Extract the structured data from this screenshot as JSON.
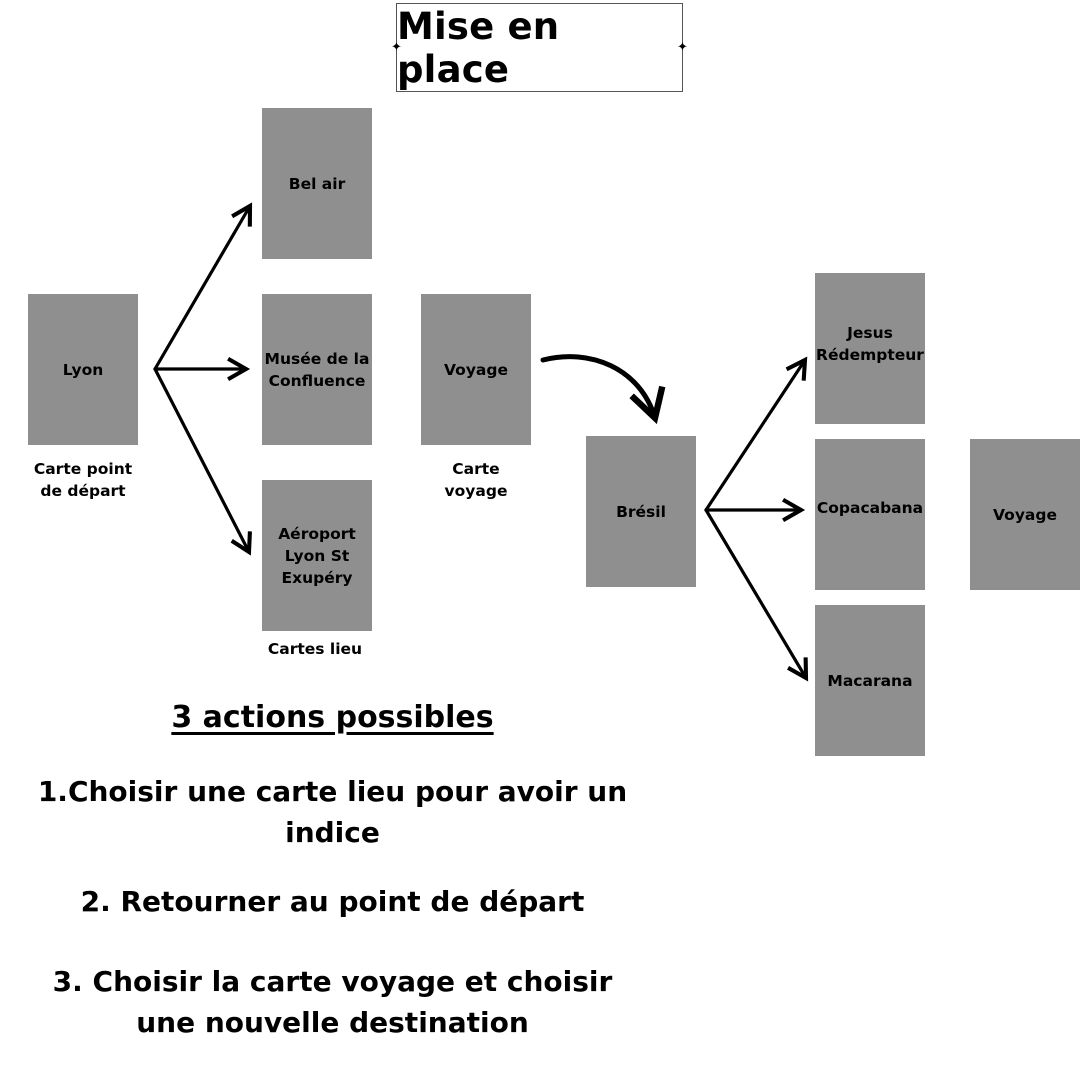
{
  "title": "Mise en place",
  "title_decoration": "sparkle-icon",
  "cards": {
    "start": "Lyon",
    "place_1": "Bel air",
    "place_2": "Musée de la Confluence",
    "place_3": "Aéroport Lyon St Exupéry",
    "travel": "Voyage",
    "destination": "Brésil",
    "dest_place_1": "Jesus Rédempteur",
    "dest_place_2": "Copacabana",
    "dest_place_3": "Macarana",
    "dest_travel": "Voyage"
  },
  "captions": {
    "start": "Carte point de départ",
    "travel": "Carte voyage",
    "places": "Cartes lieu"
  },
  "actions": {
    "title": "3 actions possibles",
    "items": [
      "1.Choisir une carte lieu pour avoir un indice",
      "2. Retourner au point de départ",
      "3. Choisir la carte voyage et choisir une nouvelle destination"
    ]
  },
  "colors": {
    "card": "#8f8f8f",
    "arrow": "#000000"
  }
}
